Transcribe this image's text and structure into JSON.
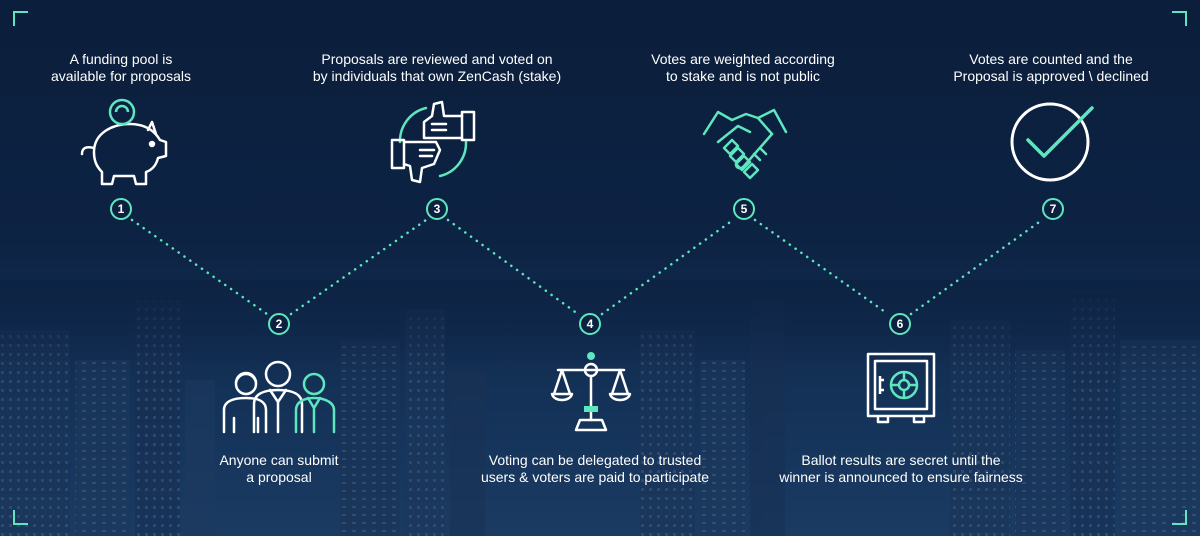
{
  "colors": {
    "accent": "#5ee6be",
    "background_top": "#0b1e3b",
    "background_bottom": "#1b3b63",
    "text": "#ffffff"
  },
  "steps": [
    {
      "number": "1",
      "lines": [
        "A funding pool is",
        "available for proposals"
      ],
      "icon": "piggy-bank-icon"
    },
    {
      "number": "2",
      "lines": [
        "Anyone can submit",
        "a proposal"
      ],
      "icon": "people-group-icon"
    },
    {
      "number": "3",
      "lines": [
        "Proposals are reviewed and voted on",
        "by individuals that own ZenCash (stake)"
      ],
      "icon": "thumbs-vote-icon"
    },
    {
      "number": "4",
      "lines": [
        "Voting can be delegated to trusted",
        "users & voters are paid to participate"
      ],
      "icon": "balance-scale-icon"
    },
    {
      "number": "5",
      "lines": [
        "Votes are weighted according",
        "to stake and is not public"
      ],
      "icon": "handshake-icon"
    },
    {
      "number": "6",
      "lines": [
        "Ballot results are secret until the",
        "winner is announced to ensure fairness"
      ],
      "icon": "safe-vault-icon"
    },
    {
      "number": "7",
      "lines": [
        "Votes are counted and the",
        "Proposal is approved \\ declined"
      ],
      "icon": "checkmark-circle-icon"
    }
  ]
}
